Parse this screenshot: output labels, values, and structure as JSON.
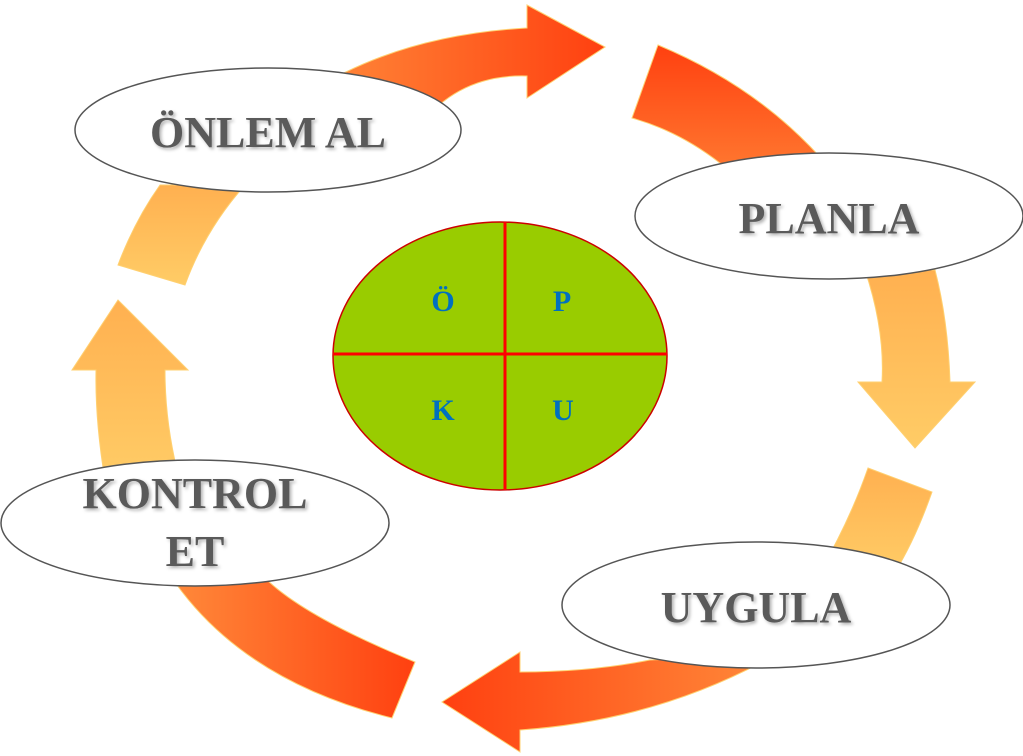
{
  "steps": {
    "onlem_al": "ÖNLEM AL",
    "planla": "PLANLA",
    "uygula": "UYGULA",
    "kontrol_line1": "KONTROL",
    "kontrol_line2": "ET"
  },
  "center": {
    "top_left": "Ö",
    "top_right": "P",
    "bottom_left": "K",
    "bottom_right": "U"
  },
  "colors": {
    "arrow_dark": "#ff4010",
    "arrow_mid": "#ff8030",
    "arrow_light": "#ffc860",
    "center_fill": "#99cc00",
    "center_lines": "#ff0000",
    "letters": "#0070c0",
    "label_text": "#5a5a5a"
  }
}
